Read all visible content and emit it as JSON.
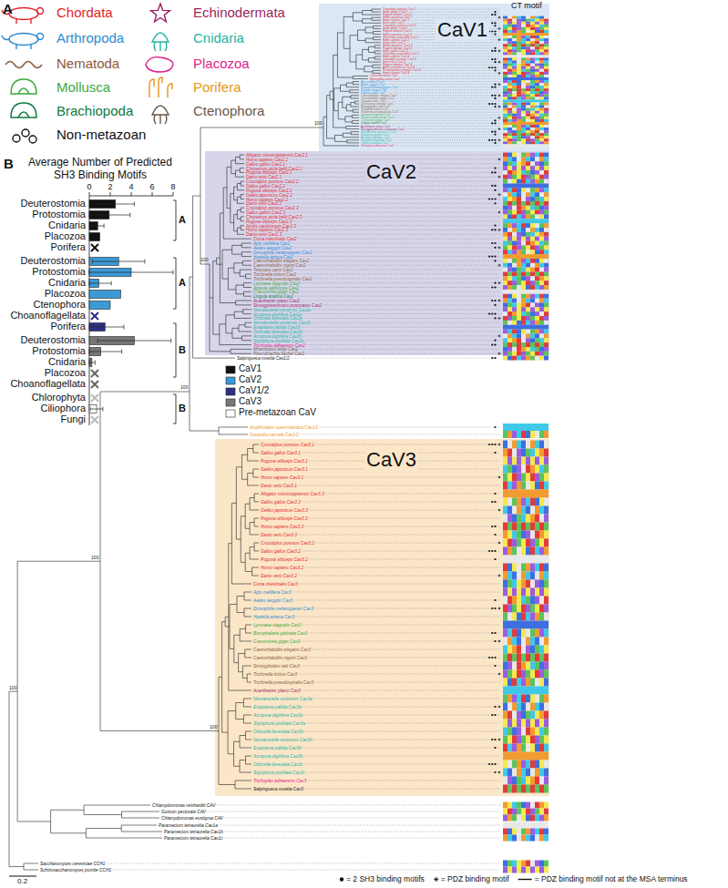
{
  "diagram": {
    "nodes": [
      {
        "text": [
          "CaV1"
        ]
      },
      {
        "text": [
          "CaV2"
        ]
      },
      {
        "text": [
          "CaV3"
        ]
      }
    ],
    "labels": [
      "Crocodylus porosus Cav1.1",
      "Gallus gallus Cav1.1",
      "Pogona vitticeps Cav1.1",
      "Gekko japonicus Cav1.1",
      "Homo sapiens Cav1.1",
      "Danio rerio Cav1.1",
      "Crocodylus porosus Cav1.2",
      "Gallus gallus Cav1.2",
      "Pogona vitticeps Cav1.2",
      "Gekko japonicus Cav1.2",
      "Chrysemys picta bellii Cav1.2",
      "Homo sapiens Cav1.2",
      "Danio rerio Cav1.2",
      "Gekko japonicus Cav1.3",
      "Pogona vitticeps Cav1.3",
      "Gallus gallus Cav1.3",
      "Chrysemys picta bellii Cav1.3",
      "Homo sapiens Cav1.3",
      "Crocodylus porosus Cav1.3",
      "Danio rerio Cav1.3",
      "Pogona vitticeps Cav1.4",
      "Anolis carolinensis Cav1.4",
      "Pseudopodoces humilis Cav1.4",
      "Homo sapiens Cav1.4",
      "Ciona intestinalis Cav1",
      "Halocynthia roretzi Cav1",
      "Apis mellifera Cav1",
      "Aedes aegypti Cav1",
      "Drosophila melanogaster Cav1",
      "Daphnia magna Cav1",
      "Daphnia pulex Cav1",
      "Caenorhabditis elegans Cav1",
      "Caenorhabditis nigoni Cav1",
      "Toxocara canis Cav1",
      "Onchocerca volvulus Cav1",
      "Strongyloides ratti Cav1",
      "Trichinella britovi Cav1",
      "Trichinella pseudospiralis Cav1",
      "Lymnaea stagnalis Cav1",
      "Octopus bimaculoides Cav1",
      "Crassostrea gigas Cav1",
      "Lingula anatina Cav1",
      "Acanthaster planci Cav1",
      "Strongylocentrotus purpuratus Cav1",
      "Nematostella vectensis Cav1",
      "Exaiptasia pallida Cav1",
      "Acropora digitifera Cav1",
      "Stylophora pistillata Cav1",
      "Cyanea capillata Cav1",
      "Trichoplax adhaerens Cav1",
      "Alligator mississippiensis Cav2.1",
      "Homo sapiens Cav2.1",
      "Gallus gallus Cav2.1",
      "Chrysemys picta bellii Cav2.1",
      "Pogona vitticeps Cav2.1",
      "Danio rerio Cav2.1",
      "Crocodylus porosus Cav2.2",
      "Gallus gallus Cav2.2",
      "Pogona vitticeps Cav2.2",
      "Gekko japonicus Cav2.2",
      "Homo sapiens Cav2.2",
      "Danio rerio Cav2.2",
      "Crocodylus porosus Cav2.3",
      "Gallus gallus Cav2.3",
      "Chrysemys picta bellii Cav2.3",
      "Pogona vitticeps Cav2.3",
      "Anolis carolinensis Cav2.3",
      "Homo sapiens Cav2.3",
      "Danio rerio Cav2.3",
      "Ciona intestinalis Cav2",
      "Apis mellifera Cav2",
      "Aedes aegypti Cav2",
      "Drosophila melanogaster Cav2",
      "Hyalella azteca Cav2",
      "Caenorhabditis elegans Cav2",
      "Caenorhabditis nigoni Cav2",
      "Toxocara canis Cav2",
      "Trichinella britovi Cav2",
      "Trichinella pseudospiralis Cav2",
      "Lymnaea stagnalis Cav2",
      "Aplysia californica Cav2",
      "Crassostrea gigas Cav2",
      "Lingula anatina Cav2",
      "Acanthaster planci Cav2",
      "Strongylocentrotus purpuratus Cav2",
      "Nematostella vectensis Cav2a",
      "Acropora digitifera Cav2a",
      "Orbicella faveolata Cav2a",
      "Nematostella vectensis Cav2b",
      "Exaiptasia pallida Cav2b",
      "Orbicella faveolata Cav2b",
      "Acropora digitifera Cav2b",
      "Stylophora pistillata Cav2b",
      "Trichoplax adhaerens Cav2",
      "Mnemiopsis leidyi Cav2",
      "Pleurobrachia bachei Cav2",
      "Salpingoeca rosetta Cav1/2",
      "Amphimedon queenslandica Cav1/2",
      "Oscarella carmela Cav1/2",
      "Crocodylus porosus Cav3.1",
      "Gallus gallus Cav3.1",
      "Pogona vitticeps Cav3.1",
      "Gekko japonicus Cav3.1",
      "Homo sapiens Cav3.1",
      "Danio rerio Cav3.1",
      "Alligator mississippiensis Cav3.3",
      "Gallus gallus Cav3.3",
      "Gekko japonicus Cav3.3",
      "Pogona vitticeps Cav3.3",
      "Homo sapiens Cav3.3",
      "Danio rerio Cav3.3",
      "Crocodylus porosus Cav3.2",
      "Gallus gallus Cav3.2",
      "Pogona vitticeps Cav3.2",
      "Homo sapiens Cav3.2",
      "Danio rerio Cav3.2",
      "Ciona intestinalis Cav3",
      "Apis mellifera Cav3",
      "Aedes aegypti Cav3",
      "Drosophila melanogaster Cav3",
      "Hyalella azteca Cav3",
      "Lymnaea stagnalis Cav3",
      "Biomphalaria glabrata Cav3",
      "Crassostrea gigas Cav3",
      "Caenorhabditis elegans Cav3",
      "Caenorhabditis nigoni Cav3",
      "Strongyloides ratti Cav3",
      "Trichinella britovi Cav3",
      "Trichinella pseudospiralis Cav3",
      "Acanthaster planci Cav3",
      "Nematostella vectensis Cav3a",
      "Exaiptasia pallida Cav3a",
      "Acropora digitifera Cav3a",
      "Stylophora pistillata Cav3a",
      "Orbicella faveolata Cav3b",
      "Nematostella vectensis Cav3b",
      "Exaiptasia pallida Cav3b",
      "Acropora digitifera Cav3b",
      "Orbicella faveolata Cav3c",
      "Stylophora pistillata Cav3c",
      "Trichoplax adhaerens Cav3",
      "Salpingoeca rosetta Cav3",
      "Chlamydomonas reinhardtii CAV",
      "Gonium pectorale CAV",
      "Chlamydomonas eustigma CAV",
      "Paramecium tetraurelia Cav1a",
      "Paramecium tetraurelia Cav1b",
      "Paramecium tetraurelia Cav1c",
      "Saccharomyces cerevisiae CCH1",
      "Schizosaccharomyces pombe CCH1",
      "CT motif",
      "B",
      "Average Number of Predicted SH3 Binding Motifs",
      "0",
      "2",
      "4",
      "6",
      "8",
      "Deuterostomia",
      "Protostomia",
      "Cnidaria",
      "Placozoa",
      "Porifera",
      "Deuterostomia",
      "Protostomia",
      "Cnidaria",
      "Placozoa",
      "Ctenophora",
      "Choanoflagellata",
      "Porifera",
      "Deuterostomia",
      "Protostomia",
      "Cnidaria",
      "Placozoa",
      "Choanoflagellata",
      "Chlorophyta",
      "Ciliophora",
      "Fungi",
      "A",
      "A",
      "B",
      "B",
      "0.2",
      "100",
      "100",
      "100",
      "100",
      "100",
      "100",
      "A"
    ],
    "legend": [
      {
        "text": "Chordata"
      },
      {
        "text": "Arthropoda"
      },
      {
        "text": "Nematoda"
      },
      {
        "text": "Mollusca"
      },
      {
        "text": "Brachiopoda"
      },
      {
        "text": "Non-metazoan"
      },
      {
        "text": "Echinodermata"
      },
      {
        "text": "Cnidaria"
      },
      {
        "text": "Placozoa"
      },
      {
        "text": "Porifera"
      },
      {
        "text": "Ctenophora"
      },
      {
        "text": "CaV1",
        "color": "#111111"
      },
      {
        "text": "CaV2",
        "color": "#3b9ad6"
      },
      {
        "text": "CaV1/2",
        "color": "#2e2f86"
      },
      {
        "text": "CaV3",
        "color": "#777777"
      },
      {
        "text": "Pre-metazoan CaV",
        "color": "#ffffff"
      },
      {
        "text": "= 2 SH3 binding motifs"
      },
      {
        "text": "= PDZ binding motif"
      },
      {
        "text": "= PDZ binding motif not at the MSA terminus"
      }
    ]
  }
}
